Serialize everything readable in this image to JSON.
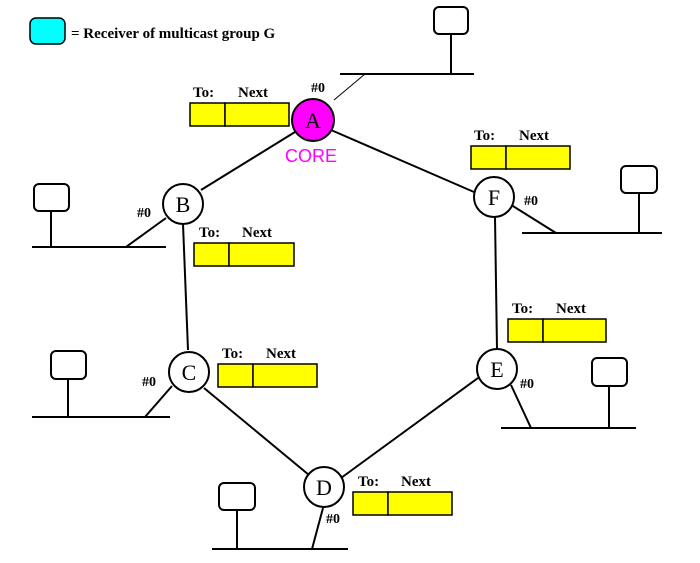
{
  "legend": {
    "text": "= Receiver of multicast group G",
    "swatch_color": "#00ffff"
  },
  "core_label": "CORE",
  "colors": {
    "core_node": "#ff00ff",
    "core_text": "#ff00ff",
    "table_fill": "#ffff00",
    "line": "#000000",
    "node_fill": "#ffffff"
  },
  "nodes": [
    {
      "id": "A",
      "port": "#0",
      "is_core": true
    },
    {
      "id": "B",
      "port": "#0",
      "is_core": false
    },
    {
      "id": "C",
      "port": "#0",
      "is_core": false
    },
    {
      "id": "D",
      "port": "#0",
      "is_core": false
    },
    {
      "id": "E",
      "port": "#0",
      "is_core": false
    },
    {
      "id": "F",
      "port": "#0",
      "is_core": false
    }
  ],
  "tables": [
    {
      "node": "A",
      "to_label": "To:",
      "next_label": "Next"
    },
    {
      "node": "B",
      "to_label": "To:",
      "next_label": "Next"
    },
    {
      "node": "C",
      "to_label": "To:",
      "next_label": "Next"
    },
    {
      "node": "D",
      "to_label": "To:",
      "next_label": "Next"
    },
    {
      "node": "E",
      "to_label": "To:",
      "next_label": "Next"
    },
    {
      "node": "F",
      "to_label": "To:",
      "next_label": "Next"
    }
  ],
  "links": [
    [
      "A",
      "B"
    ],
    [
      "A",
      "F"
    ],
    [
      "B",
      "C"
    ],
    [
      "C",
      "D"
    ],
    [
      "D",
      "E"
    ],
    [
      "E",
      "F"
    ]
  ],
  "hosts": [
    {
      "attached_to": "A"
    },
    {
      "attached_to": "B"
    },
    {
      "attached_to": "C"
    },
    {
      "attached_to": "D"
    },
    {
      "attached_to": "E"
    },
    {
      "attached_to": "F"
    }
  ]
}
